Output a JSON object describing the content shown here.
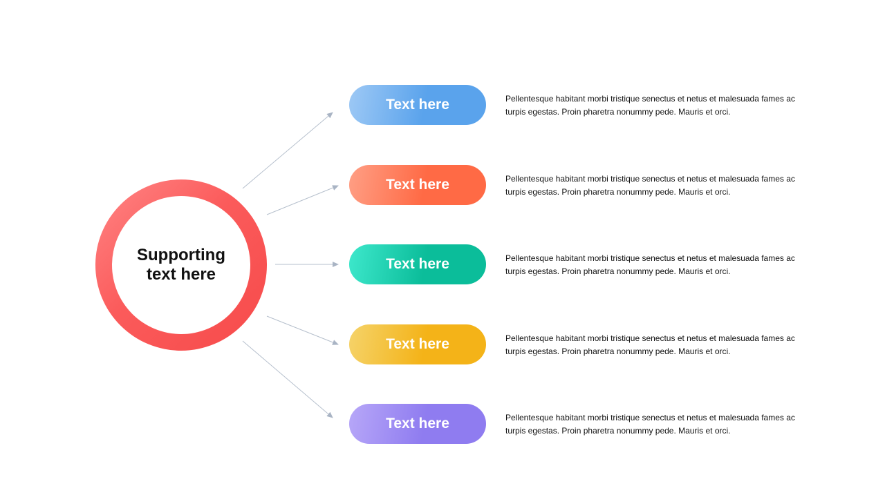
{
  "hub": {
    "label": "Supporting\ntext here",
    "accent": "#f64a4a"
  },
  "items": [
    {
      "label": "Text here",
      "description": "Pellentesque habitant morbi tristique senectus et netus et malesuada fames ac turpis egestas. Proin pharetra nonummy pede. Mauris et orci.",
      "gradient": [
        "#9ec9f5",
        "#5aa3ec"
      ]
    },
    {
      "label": "Text here",
      "description": "Pellentesque habitant morbi tristique senectus et netus et malesuada fames ac turpis egestas. Proin pharetra nonummy pede. Mauris et orci.",
      "gradient": [
        "#ff9f85",
        "#ff6a45"
      ]
    },
    {
      "label": "Text here",
      "description": "Pellentesque habitant morbi tristique senectus et netus et malesuada fames ac turpis egestas. Proin pharetra nonummy pede. Mauris et orci.",
      "gradient": [
        "#3ee8cc",
        "#0bbd9a"
      ]
    },
    {
      "label": "Text here",
      "description": "Pellentesque habitant morbi tristique senectus et netus et malesuada fames ac turpis egestas. Proin pharetra nonummy pede. Mauris et orci.",
      "gradient": [
        "#f5d36a",
        "#f4b318"
      ]
    },
    {
      "label": "Text here",
      "description": "Pellentesque habitant morbi tristique senectus et netus et malesuada fames ac turpis egestas. Proin pharetra nonummy pede. Mauris et orci.",
      "gradient": [
        "#b7a7f8",
        "#8f7cf0"
      ]
    }
  ],
  "connector_color": "#a9b4c4"
}
